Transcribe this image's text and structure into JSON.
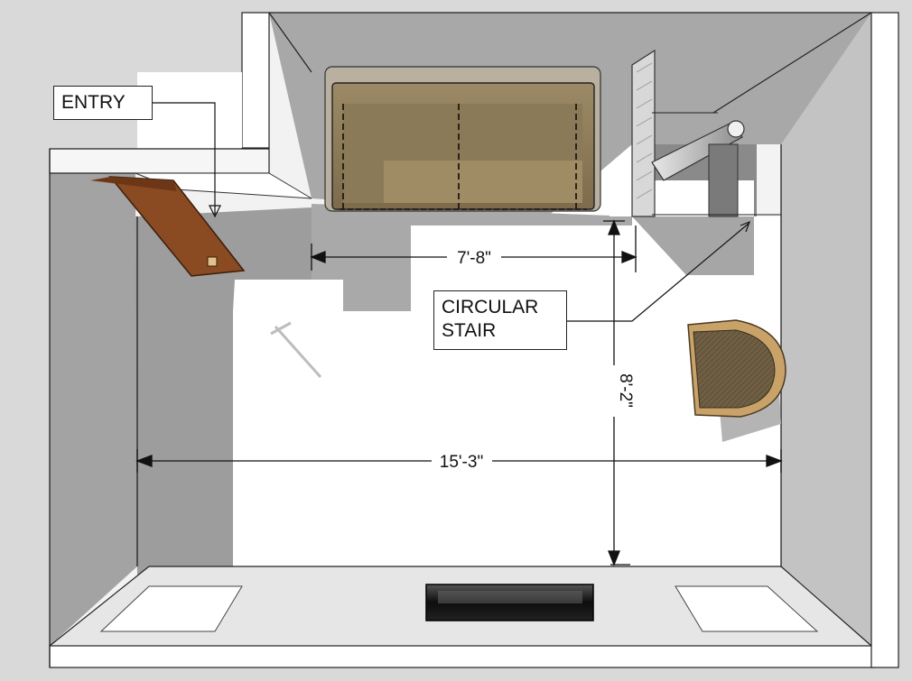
{
  "labels": {
    "entry": "ENTRY",
    "stair_line1": "CIRCULAR",
    "stair_line2": "STAIR"
  },
  "dimensions": {
    "sofa_width": "7'-8\"",
    "room_depth": "8'-2\"",
    "room_width": "15'-3\""
  },
  "colors": {
    "background": "#d9d9d9",
    "floor": "#ffffff",
    "wall_shade": "#9a9a9a",
    "wall_top": "#f4f4f4",
    "door_wood": "#8a4a22",
    "sofa": "#8c7a5a",
    "chair": "#6f5f44",
    "chair_frame": "#c9a26a",
    "tv_console": "#1a1a1a"
  },
  "icons": [
    "door-icon",
    "sofa-icon",
    "armchair-icon",
    "circular-stair-icon",
    "tv-console-icon",
    "light-fixture-icon"
  ]
}
